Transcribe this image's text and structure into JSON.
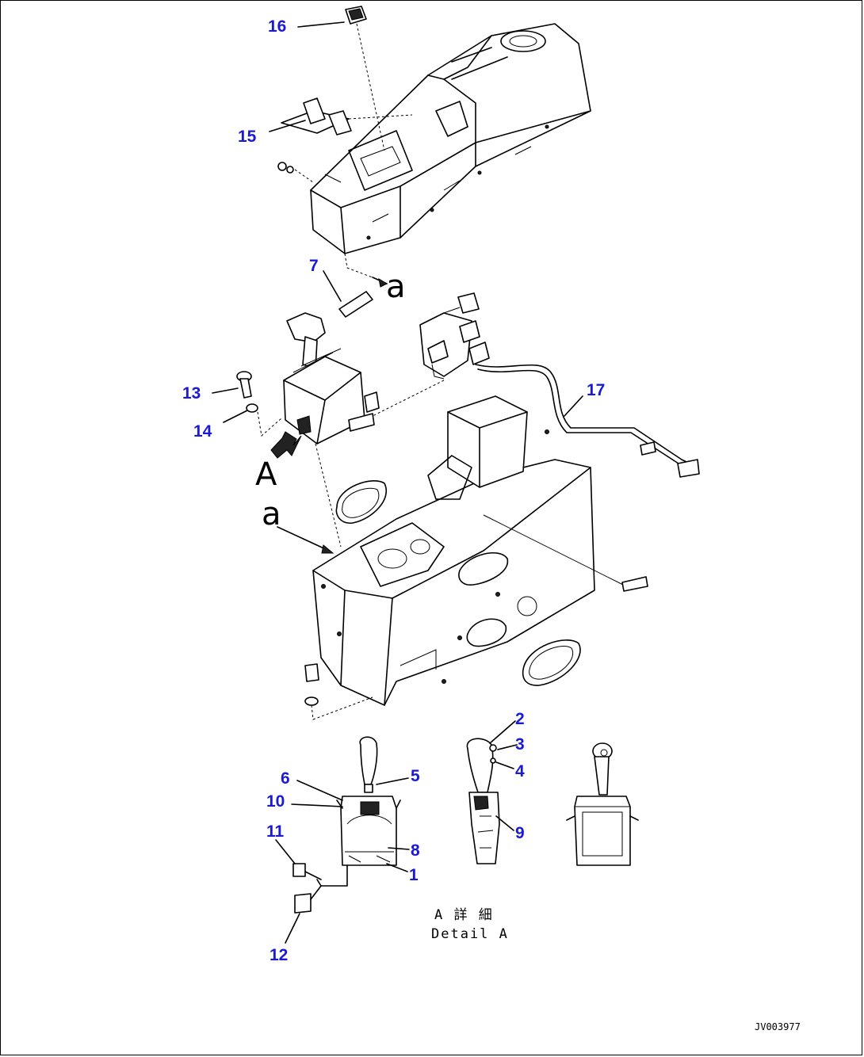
{
  "callouts": [
    {
      "label": "16"
    },
    {
      "label": "15"
    },
    {
      "label": "7"
    },
    {
      "label": "13"
    },
    {
      "label": "14"
    },
    {
      "label": "17"
    },
    {
      "label": "2"
    },
    {
      "label": "3"
    },
    {
      "label": "4"
    },
    {
      "label": "5"
    },
    {
      "label": "6"
    },
    {
      "label": "10"
    },
    {
      "label": "11"
    },
    {
      "label": "8"
    },
    {
      "label": "1"
    },
    {
      "label": "9"
    },
    {
      "label": "12"
    }
  ],
  "view_labels": {
    "view_a": "A",
    "ref_a_top": "a",
    "ref_a_bottom": "a"
  },
  "detail": {
    "title_jp": "A 詳 細",
    "title_en": "Detail A"
  },
  "drawing_code": "JV003977",
  "colors": {
    "callout": "#1a1ad6",
    "line": "#000000"
  }
}
